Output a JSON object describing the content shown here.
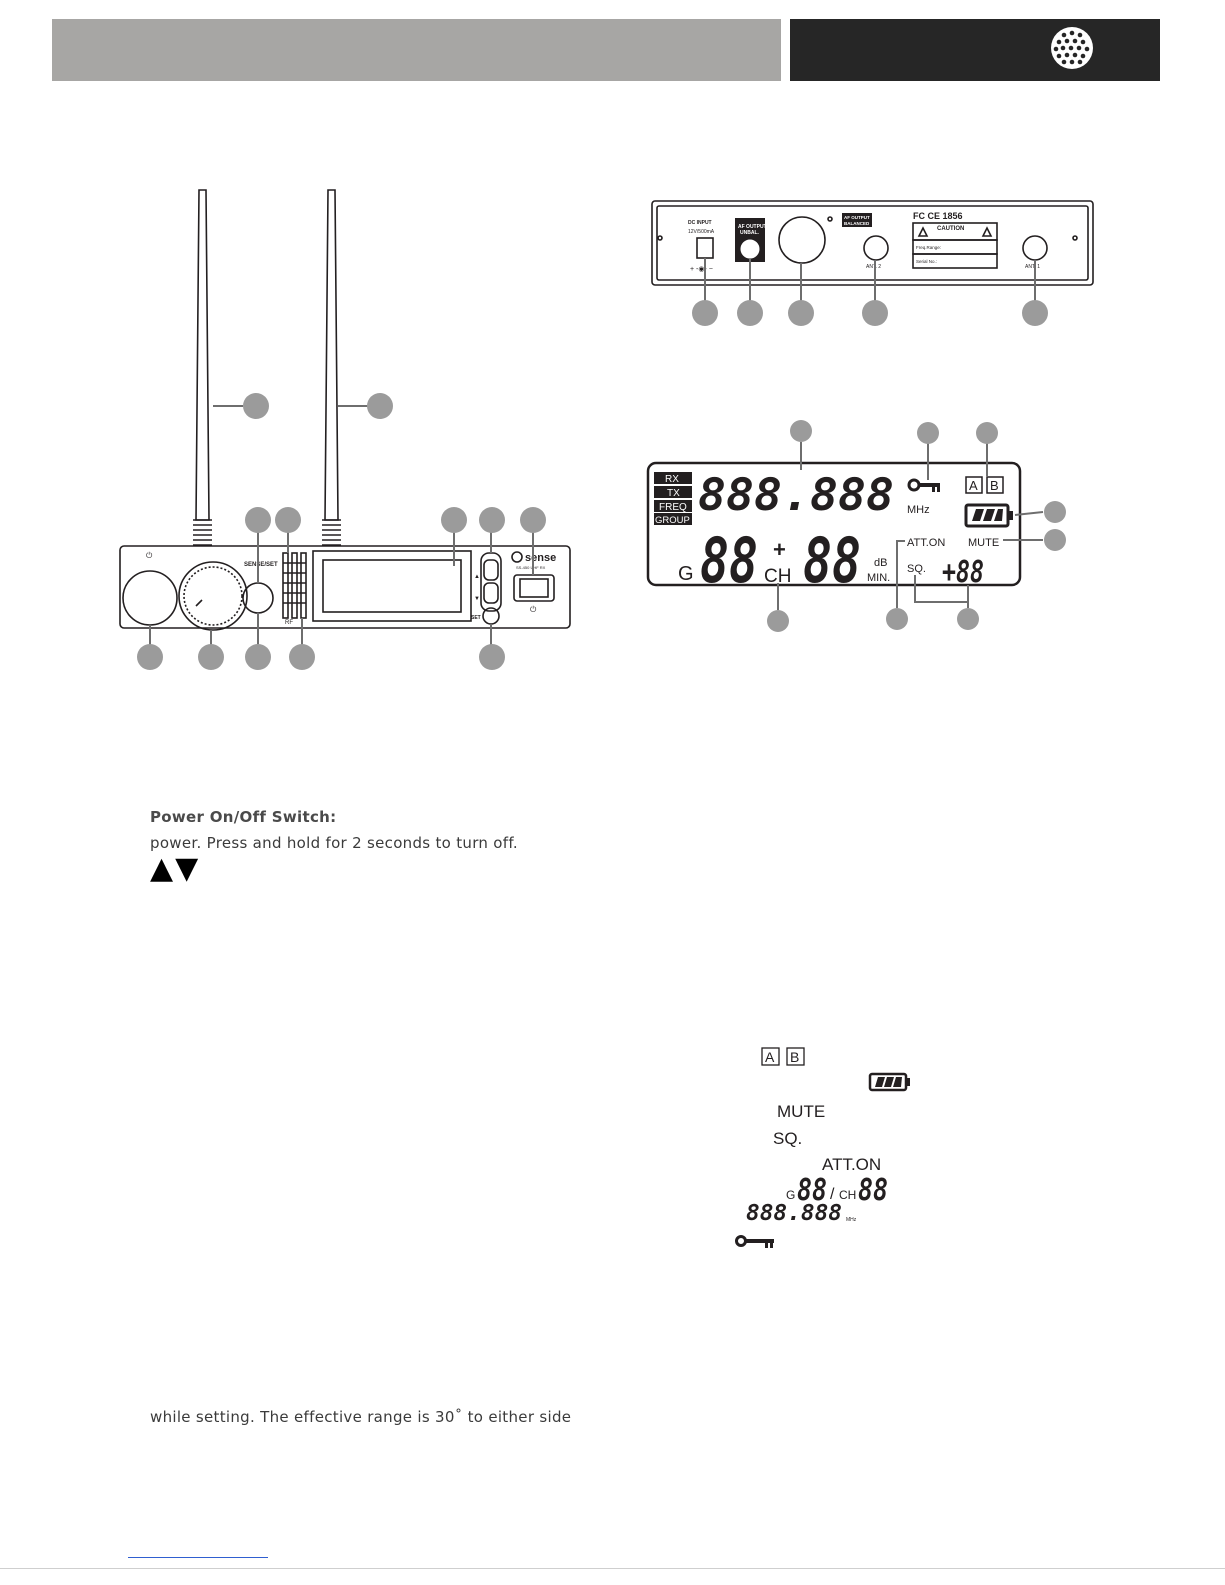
{
  "front_panel": {
    "logo_text": "sense",
    "logo_sub": "SS-450 UHF RX",
    "set_label": "SET",
    "rf_label": "RF",
    "knob_label": "SENSE/SET"
  },
  "rear_panel": {
    "dc_input_title": "DC INPUT",
    "dc_input_rating": "12V/500mA",
    "af_unbal_title": "AF OUTPUT",
    "af_unbal_sub": "UNBAL.",
    "af_bal_title": "AF OUTPUT",
    "af_bal_sub": "BALANCED",
    "cert_marks": "FC CE 1856",
    "caution": "CAUTION",
    "freq_range": "Freq.Range:",
    "serial_no": "Serial No.:",
    "ant2": "ANT. 2",
    "ant1": "ANT. 1"
  },
  "lcd": {
    "rx": "RX",
    "tx": "TX",
    "freq": "FREQ",
    "group": "GROUP",
    "freq_digits": "888.888",
    "mhz": "MHz",
    "a": "A",
    "b": "B",
    "g": "G",
    "g_digits": "88",
    "plus": "+",
    "ch": "CH",
    "ch_digits": "88",
    "db": "dB",
    "min": "MIN.",
    "att_on": "ATT.ON",
    "mute": "MUTE",
    "sq": "SQ.",
    "sq_digits": "+88"
  },
  "text": {
    "power_heading": "Power On/Off Switch:",
    "power_body": "power. Press and hold for 2 seconds to turn off.",
    "arrows": "▲▼",
    "ir_text": "while setting. The effective range is 30˚ to either side"
  },
  "legend": {
    "ab_a": "A",
    "ab_b": "B",
    "mute": "MUTE",
    "sq": "SQ.",
    "att_on": "ATT.ON",
    "g": "G",
    "g_digits": "88",
    "slash": "/",
    "ch": "CH",
    "ch_digits": "88",
    "freq_digits": "888.888",
    "mhz": "MHz"
  },
  "colors": {
    "header_gray": "#a7a6a4",
    "header_dark": "#262626",
    "callout_gray": "#9b9b9b"
  }
}
